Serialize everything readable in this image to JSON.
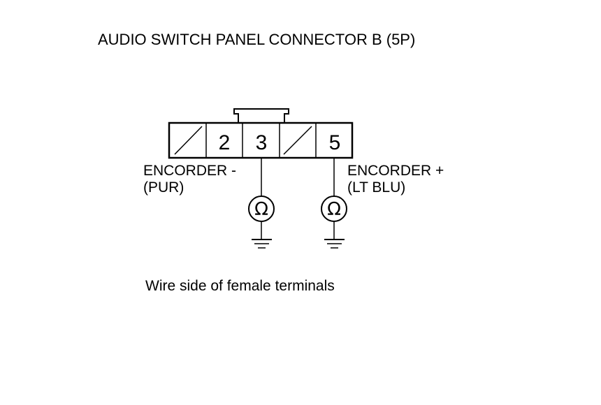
{
  "title": "AUDIO SWITCH PANEL CONNECTOR B (5P)",
  "connector": {
    "pins": [
      {
        "label": "",
        "blank": true
      },
      {
        "label": "2",
        "blank": false
      },
      {
        "label": "3",
        "blank": false
      },
      {
        "label": "",
        "blank": true
      },
      {
        "label": "5",
        "blank": false
      }
    ]
  },
  "wires": {
    "left": {
      "line1": "ENCORDER -",
      "line2": "(PUR)"
    },
    "right": {
      "line1": "ENCORDER +",
      "line2": "(LT BLU)"
    }
  },
  "meter_symbol": "Ω",
  "caption": "Wire side of female terminals"
}
